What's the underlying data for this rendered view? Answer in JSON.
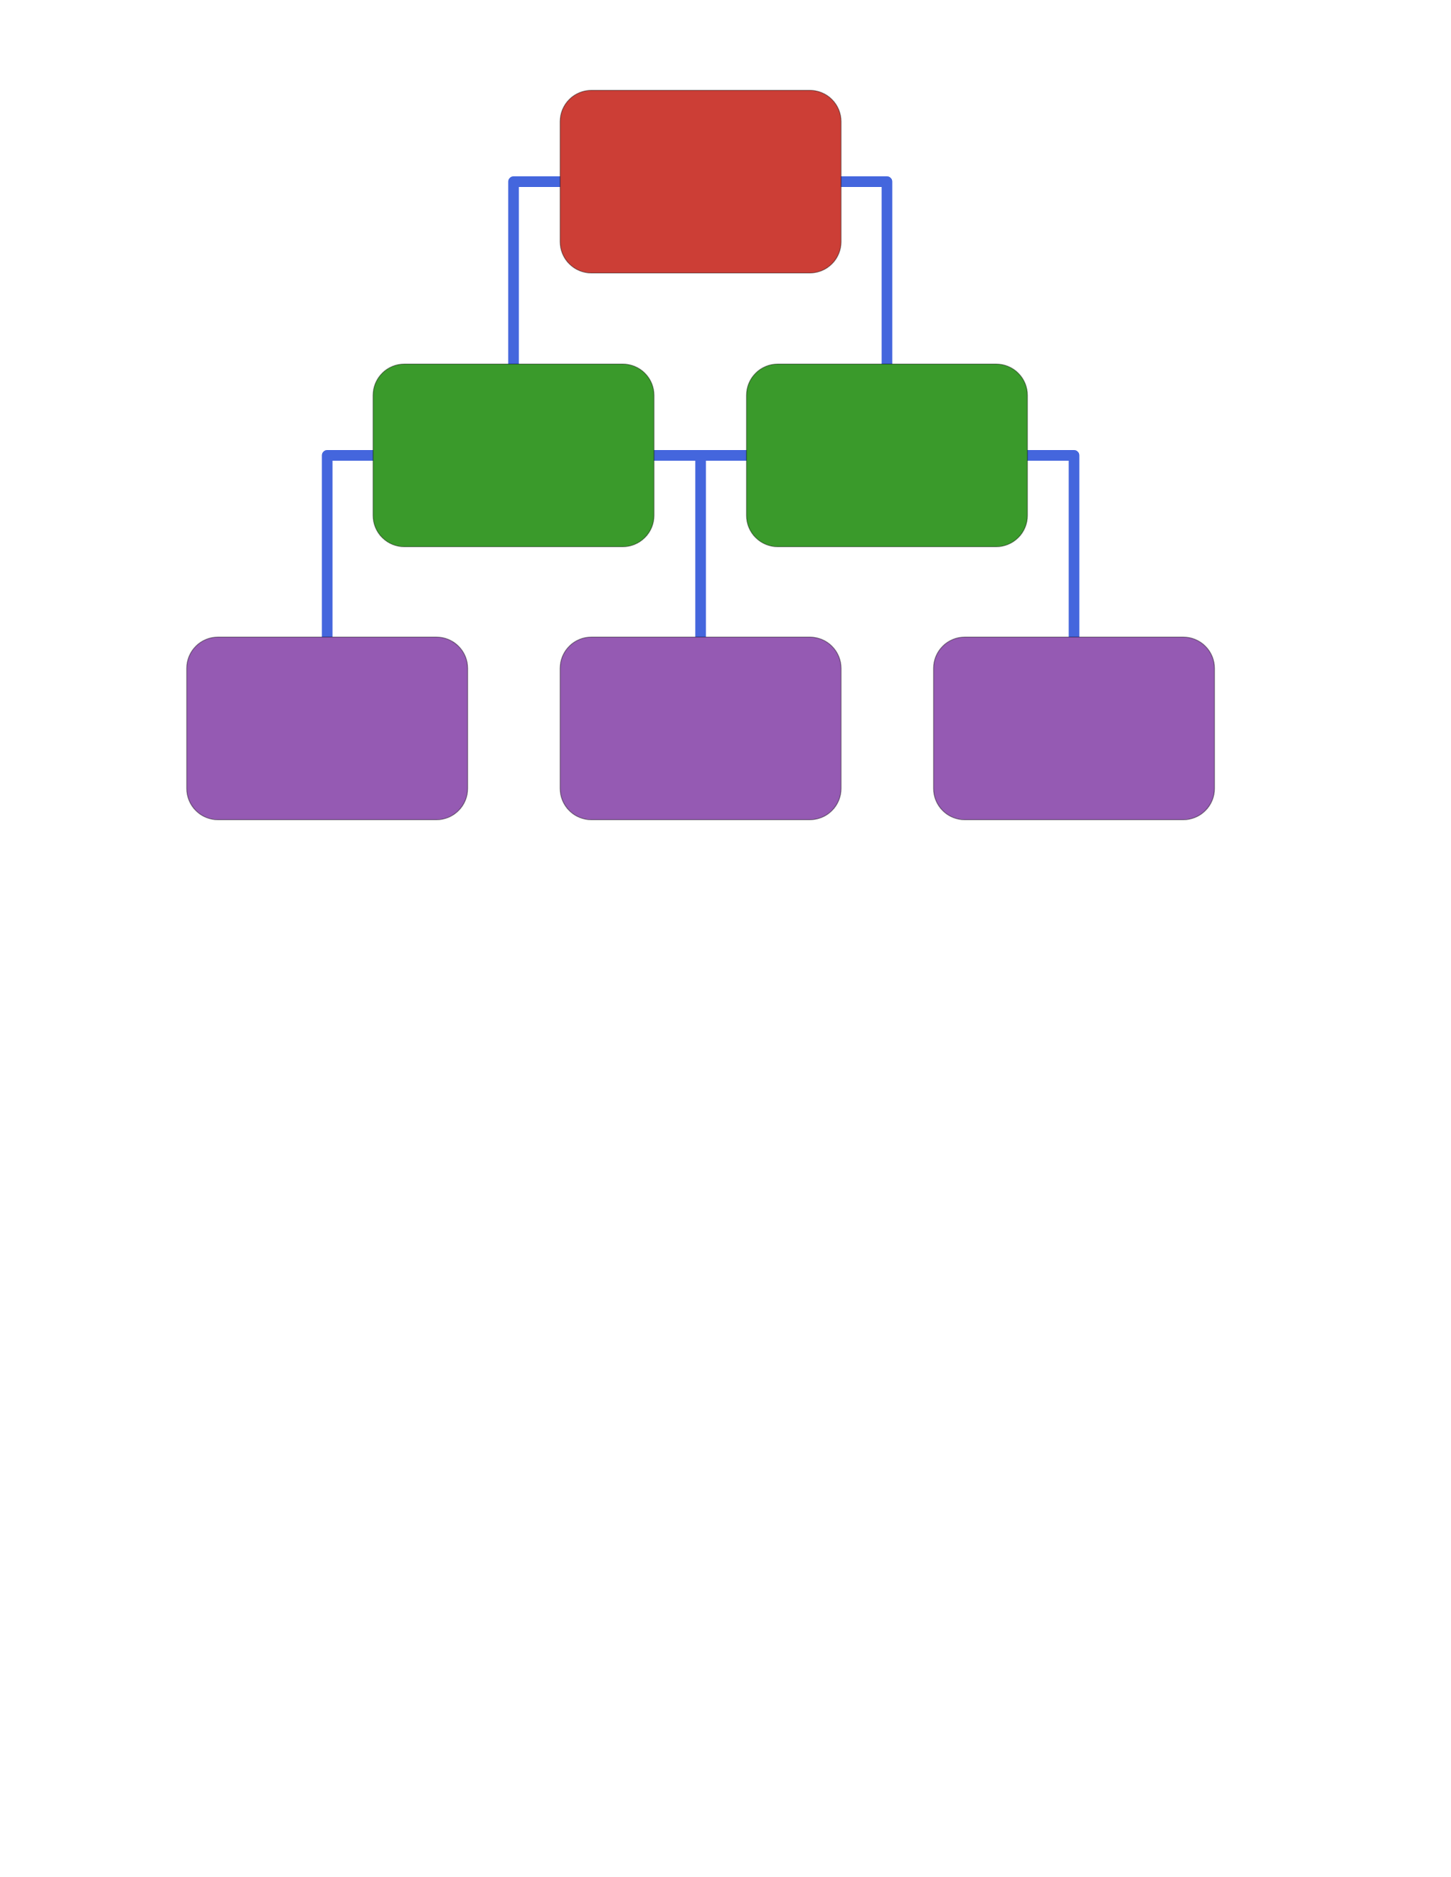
{
  "diagram": {
    "type": "hierarchy",
    "colors": {
      "connector": "#4466dd",
      "level_root": "#cc3e36",
      "level_middle": "#3a9a2b",
      "level_leaf": "#955ab3",
      "background": "#ffffff"
    },
    "nodes": [
      {
        "id": "root",
        "level": 0,
        "color": "#cc3e36",
        "label": ""
      },
      {
        "id": "mid-left",
        "level": 1,
        "color": "#3a9a2b",
        "label": ""
      },
      {
        "id": "mid-right",
        "level": 1,
        "color": "#3a9a2b",
        "label": ""
      },
      {
        "id": "leaf-left",
        "level": 2,
        "color": "#955ab3",
        "label": ""
      },
      {
        "id": "leaf-center",
        "level": 2,
        "color": "#955ab3",
        "label": ""
      },
      {
        "id": "leaf-right",
        "level": 2,
        "color": "#955ab3",
        "label": ""
      }
    ],
    "edges": [
      {
        "from": "root",
        "to": "mid-left"
      },
      {
        "from": "root",
        "to": "mid-right"
      },
      {
        "from": "mid-left",
        "to": "leaf-left"
      },
      {
        "from": "mid-left",
        "to": "leaf-center"
      },
      {
        "from": "mid-right",
        "to": "leaf-center"
      },
      {
        "from": "mid-right",
        "to": "leaf-right"
      }
    ]
  }
}
